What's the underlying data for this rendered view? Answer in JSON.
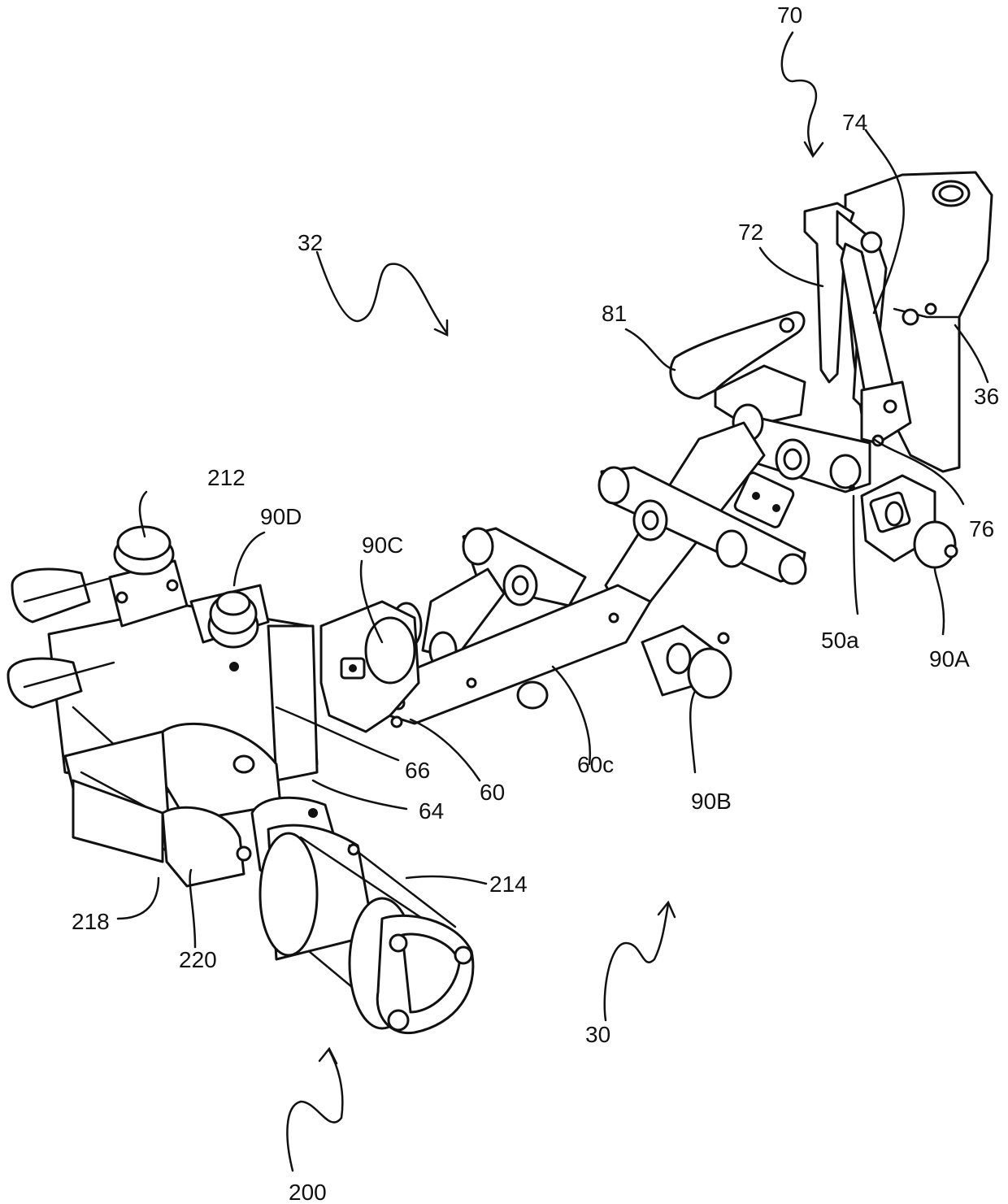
{
  "figure": {
    "labels": [
      {
        "id": "70",
        "text": "70"
      },
      {
        "id": "74",
        "text": "74"
      },
      {
        "id": "72",
        "text": "72"
      },
      {
        "id": "32",
        "text": "32"
      },
      {
        "id": "81",
        "text": "81"
      },
      {
        "id": "36",
        "text": "36"
      },
      {
        "id": "212",
        "text": "212"
      },
      {
        "id": "90D",
        "text": "90D"
      },
      {
        "id": "90C",
        "text": "90C"
      },
      {
        "id": "76",
        "text": "76"
      },
      {
        "id": "50a",
        "text": "50a"
      },
      {
        "id": "90A",
        "text": "90A"
      },
      {
        "id": "66",
        "text": "66"
      },
      {
        "id": "60",
        "text": "60"
      },
      {
        "id": "60c",
        "text": "60c"
      },
      {
        "id": "90B",
        "text": "90B"
      },
      {
        "id": "64",
        "text": "64"
      },
      {
        "id": "214",
        "text": "214"
      },
      {
        "id": "218",
        "text": "218"
      },
      {
        "id": "220",
        "text": "220"
      },
      {
        "id": "30",
        "text": "30"
      },
      {
        "id": "200",
        "text": "200"
      }
    ]
  }
}
